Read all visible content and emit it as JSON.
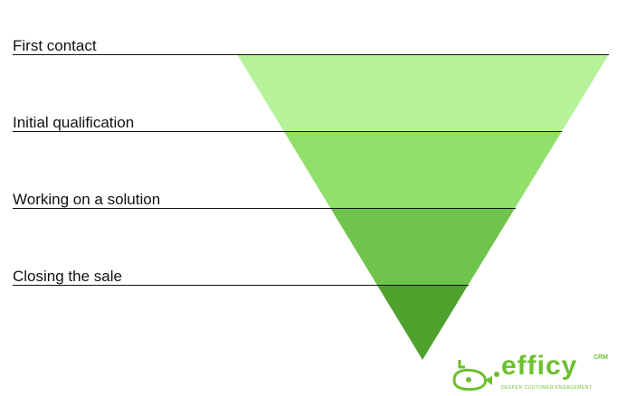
{
  "funnel": {
    "stages": [
      {
        "label": "First contact",
        "color": "#b6f29a"
      },
      {
        "label": "Initial qualification",
        "color": "#91e06c"
      },
      {
        "label": "Working on a solution",
        "color": "#6fc44b"
      },
      {
        "label": "Closing the sale",
        "color": "#4ea22d"
      }
    ]
  },
  "logo": {
    "brand": "efficy",
    "suffix": "CRM",
    "tagline": "DEEPER CUSTOMER ENGAGEMENT",
    "color": "#6cbf2e"
  }
}
